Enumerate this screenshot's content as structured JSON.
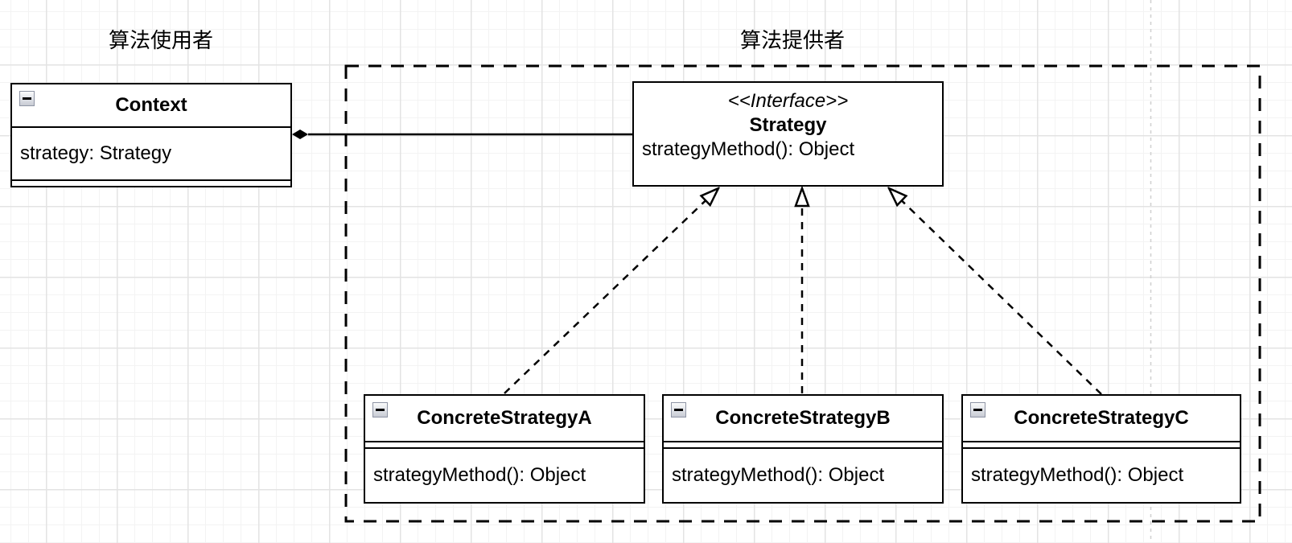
{
  "diagram": {
    "type": "uml-class-diagram",
    "pattern": "Strategy",
    "group_labels": {
      "consumer": "算法使用者",
      "provider": "算法提供者"
    },
    "classes": {
      "context": {
        "title": "Context",
        "attributes": [
          "strategy: Strategy"
        ],
        "methods": []
      },
      "strategy": {
        "stereotype": "<<Interface>>",
        "title": "Strategy",
        "methods": [
          "strategyMethod(): Object"
        ]
      },
      "concrete_a": {
        "title": "ConcreteStrategyA",
        "attributes": [],
        "methods": [
          "strategyMethod(): Object"
        ]
      },
      "concrete_b": {
        "title": "ConcreteStrategyB",
        "attributes": [],
        "methods": [
          "strategyMethod(): Object"
        ]
      },
      "concrete_c": {
        "title": "ConcreteStrategyC",
        "attributes": [],
        "methods": [
          "strategyMethod(): Object"
        ]
      }
    },
    "relationships": [
      {
        "type": "composition",
        "from": "Context",
        "to": "Strategy",
        "marker": "filled-diamond",
        "line": "solid"
      },
      {
        "type": "realization",
        "from": "ConcreteStrategyA",
        "to": "Strategy",
        "marker": "hollow-triangle",
        "line": "dashed"
      },
      {
        "type": "realization",
        "from": "ConcreteStrategyB",
        "to": "Strategy",
        "marker": "hollow-triangle",
        "line": "dashed"
      },
      {
        "type": "realization",
        "from": "ConcreteStrategyC",
        "to": "Strategy",
        "marker": "hollow-triangle",
        "line": "dashed"
      }
    ],
    "icons": {
      "collapse": "collapse-minus-icon"
    },
    "colors": {
      "stroke": "#000000",
      "shape_fill": "#ffffff",
      "grid_minor": "#f3f3f3",
      "grid_major": "#e3e3e3",
      "page_divider": "#d0d0d0"
    }
  }
}
